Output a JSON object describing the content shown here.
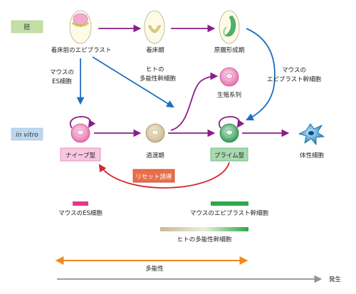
{
  "row_labels": {
    "embryo": "胚",
    "in_vitro": "in vitro"
  },
  "stages": {
    "pre_implantation": "着床前のエピブラスト",
    "implantation": "着床期",
    "gastrulation": "原腸形成期"
  },
  "annotations": {
    "mouse_es_1": "マウスの",
    "mouse_es_2": "ES細胞",
    "human_ps_1": "ヒトの",
    "human_ps_2": "多能性幹細胞",
    "mouse_epi_1": "マウスの",
    "mouse_epi_2": "エピブラスト幹細胞",
    "germ_line": "生殖系列"
  },
  "cells": {
    "naive": "ナイーブ型",
    "transition": "過渡期",
    "primed": "プライム型",
    "somatic": "体性細胞",
    "reset": "リセット誘導"
  },
  "legend": {
    "mouse_es": "マウスのES細胞",
    "mouse_epi": "マウスのエピブラスト幹細胞",
    "human_ps": "ヒトの多能性幹細胞",
    "pluripotency": "多能性",
    "development": "発生"
  },
  "colors": {
    "embryo_box": "#c4dfa6",
    "in_vitro_box": "#bcd7ee",
    "naive_fill": "#f2a8cf",
    "naive_box": "#f7c6df",
    "primed_fill": "#6ec28a",
    "primed_box": "#a8d9b0",
    "transition_fill": "#e6d6b4",
    "purple_arrow": "#8b1e8b",
    "blue_arrow": "#1f6fc0",
    "red_arrow": "#d7262c",
    "reset_box": "#e76f4c",
    "orange_arrow": "#f08a1a",
    "gray_arrow": "#9a8f8f",
    "mouse_es_bar": "#e8358a",
    "mouse_epi_bar": "#2fa84a",
    "somatic_cell": "#2f9fd8"
  }
}
